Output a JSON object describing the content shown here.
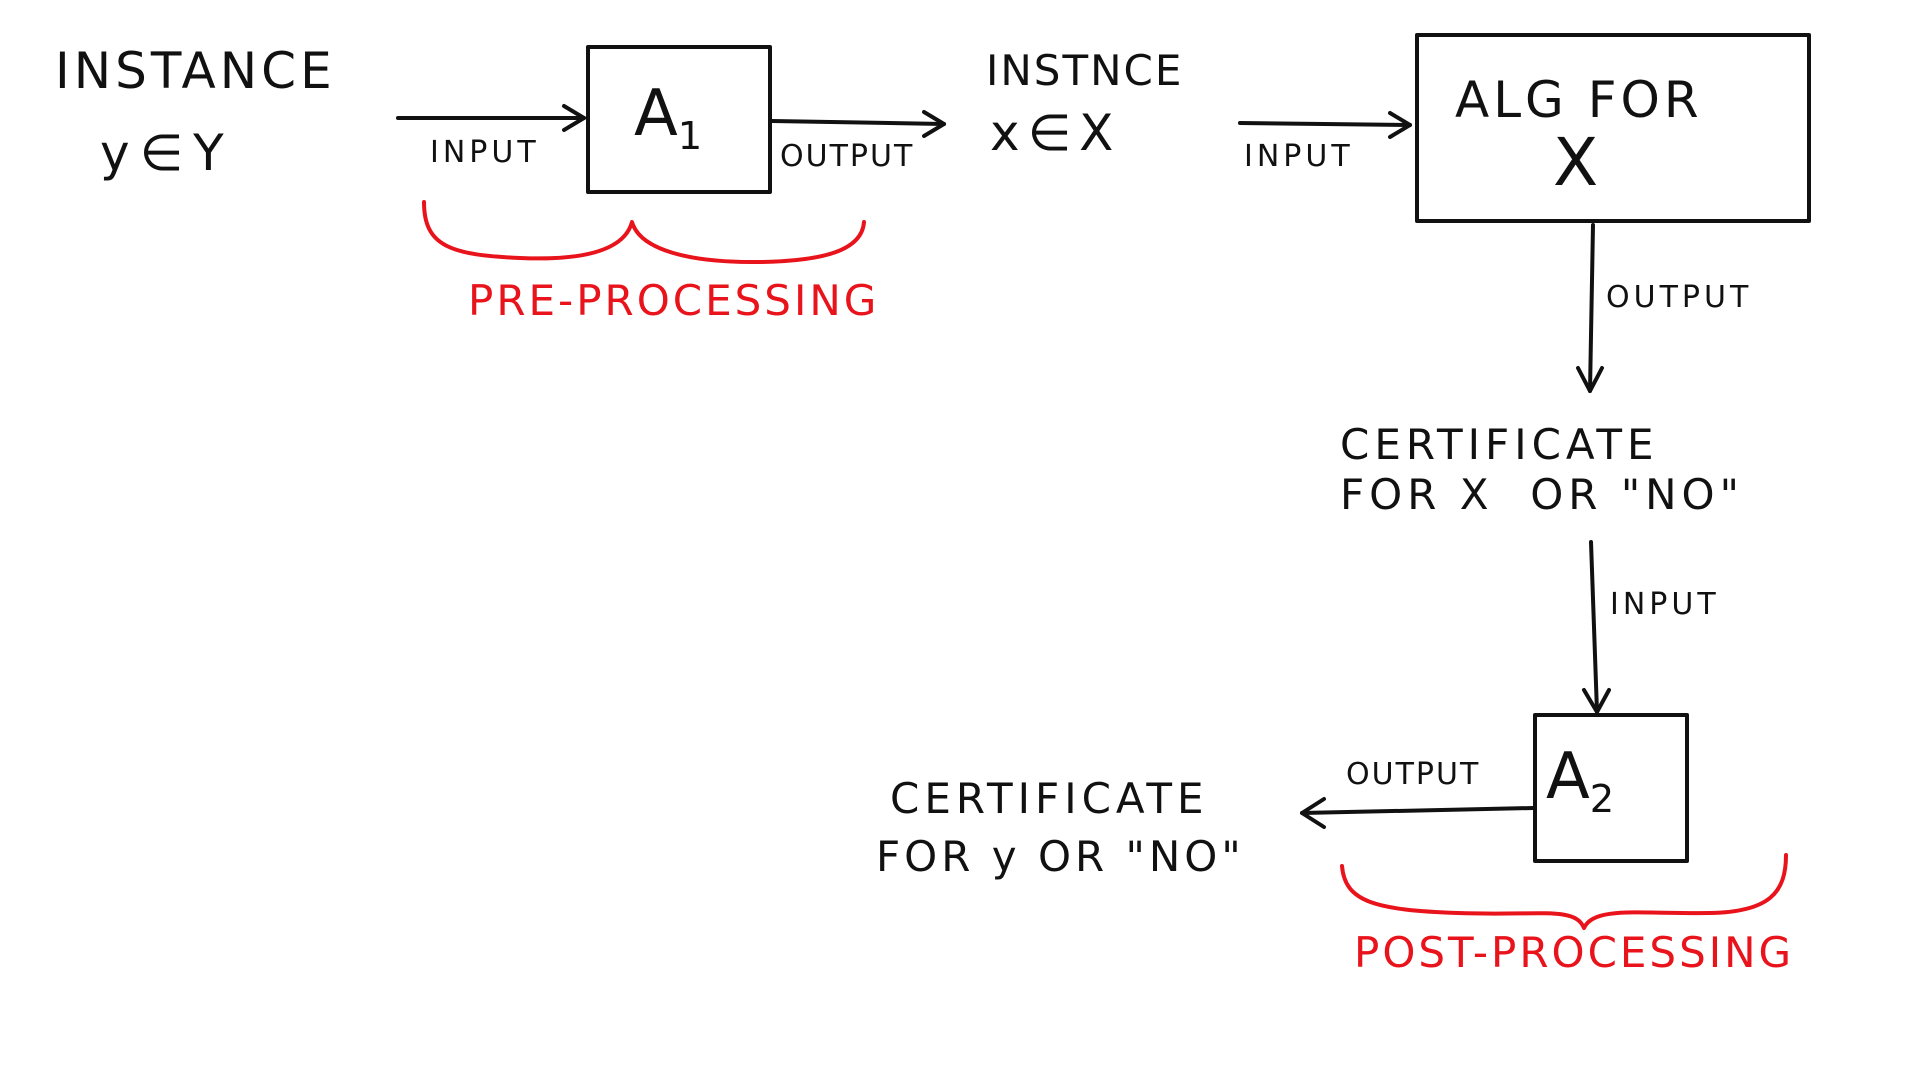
{
  "instance_y": {
    "line1": "INSTANCE",
    "line2": "y∈Y"
  },
  "pre_input_label": "INPUT",
  "box_a1": {
    "letter": "A",
    "subscript": "1"
  },
  "pre_output_label": "OUTPUT",
  "instance_x": {
    "line1": "INSTNCE",
    "line2": "x∈X"
  },
  "alg_input_label": "INPUT",
  "alg_box": {
    "line1": "ALG FOR",
    "line2": "X"
  },
  "alg_output_label": "OUTPUT",
  "certificate_x": {
    "line1": "CERTIFICATE",
    "line2": "FOR X  OR \"NO\""
  },
  "a2_input_label": "INPUT",
  "box_a2": {
    "letter": "A",
    "subscript": "2"
  },
  "a2_output_label": "OUTPUT",
  "certificate_y": {
    "line1": "CERTIFICATE",
    "line2": "FOR y OR \"NO\""
  },
  "pre_processing_label": "PRE-PROCESSING",
  "post_processing_label": "POST-PROCESSING",
  "colors": {
    "ink": "#111111",
    "accent": "#e8131b",
    "background": "#ffffff"
  }
}
